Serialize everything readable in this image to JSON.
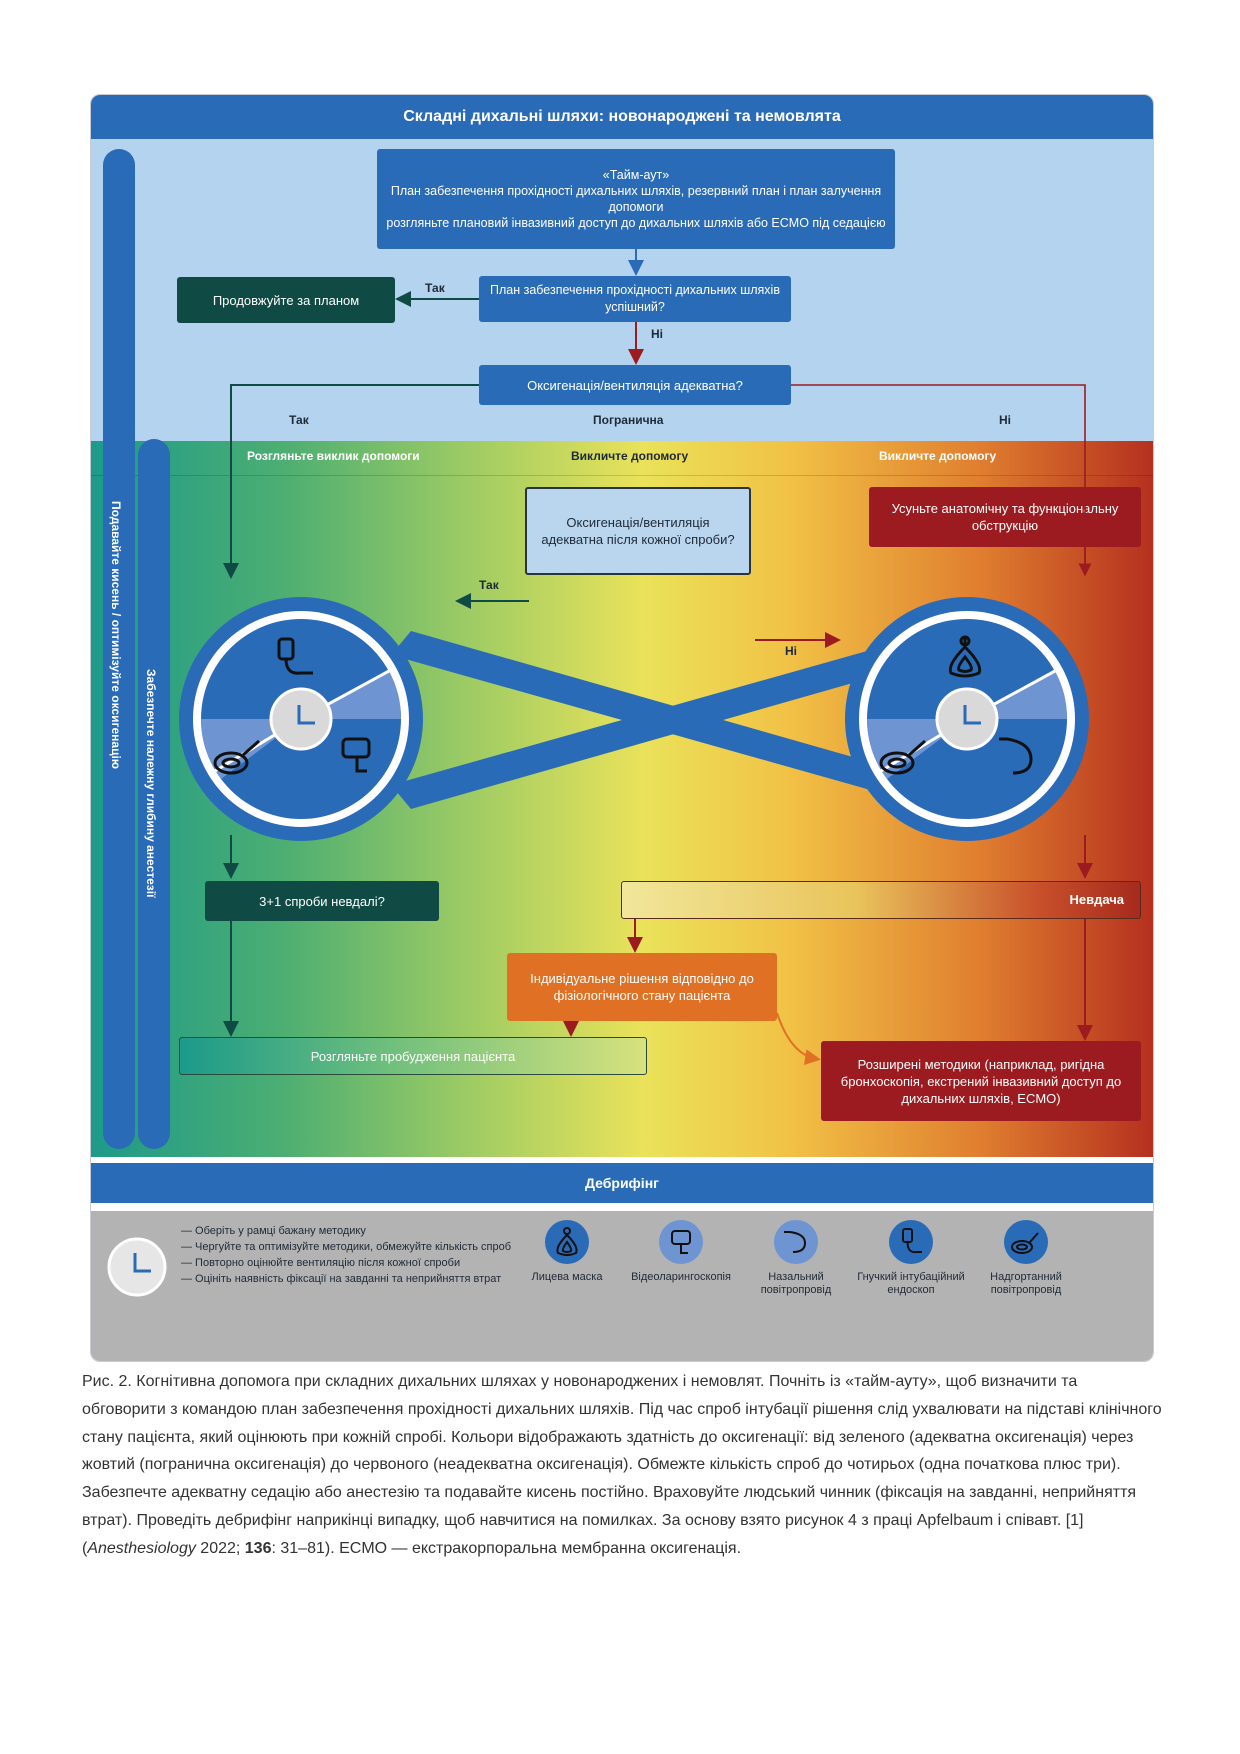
{
  "title": "Складні дихальні шляхи: новонароджені та немовлята",
  "timeout_box": [
    "«Тайм-аут»",
    "План забезпечення прохідності дихальних шляхів, резервний план і план залучення допомоги",
    "розгляньте плановий інвазивний доступ до дихальних шляхів або ECMO під седацією"
  ],
  "plan_success": "План забезпечення прохідності дихальних шляхів успішний?",
  "continue_plan": "Продовжуйте за планом",
  "oxy_adequate": "Оксигенація/вентиляція адекватна?",
  "oxy_after_each": "Оксигенація/вентиляція адекватна після кожної спроби?",
  "remove_obstruction": "Усуньте анатомічну та функціональну обструкцію",
  "attempts_failed": "3+1 спроби невдалі?",
  "failure": "Невдача",
  "individual_decision": "Індивідуальне рішення відповідно до фізіологічного стану пацієнта",
  "wake_patient": "Розгляньте пробудження пацієнта",
  "advanced_methods": "Розширені методики (наприклад, ригідна бронхоскопія, екстрений інвазивний доступ до дихальних шляхів, ECMO)",
  "labels": {
    "yes": "Так",
    "no": "Ні",
    "borderline": "Погранична"
  },
  "zones": {
    "green": "Розгляньте виклик допомоги",
    "yellow": "Викличте допомогу",
    "red": "Викличте допомогу"
  },
  "vertical": {
    "oxygen": "Подавайте кисень / оптимізуйте оксигенацію",
    "anesthesia": "Забезпечте належну глибину анестезії"
  },
  "debriefing": "Дебрифінг",
  "legend_list": [
    "— Оберіть у рамці бажану методику",
    "— Чергуйте та оптимізуйте методики, обмежуйте кількість спроб",
    "— Повторно оцінюйте вентиляцію після кожної спроби",
    "— Оцініть наявність фіксації на завданні та неприйняття втрат"
  ],
  "legend_items": [
    {
      "label": "Лицева маска",
      "icon": "face-mask-icon"
    },
    {
      "label": "Відеоларингоскопія",
      "icon": "videolaryngoscope-icon"
    },
    {
      "label": "Назальний повітропровід",
      "icon": "nasal-airway-icon"
    },
    {
      "label": "Гнучкий інтубаційний ендоскоп",
      "icon": "flexible-endoscope-icon"
    },
    {
      "label": "Надгортанний повітропровід",
      "icon": "supraglottic-airway-icon"
    }
  ],
  "caption": {
    "main": "Рис. 2. Когнітивна допомога при складних дихальних шляхах у новонароджених і немовлят. Почніть із «тайм-ауту», щоб визначити та обговорити з командою план забезпечення прохідності дихальних шляхів. Під час спроб інтубації рішення слід ухвалювати на підставі клінічного стану пацієнта, який оцінюють при кожній спробі. Кольори відображають здатність до оксигенації: від зеленого (адекватна оксигенація) через жовтий (погранична оксигенація) до червоного (неадекватна оксигенація). Обмежте кількість спроб до чотирьох (одна початкова плюс три). Забезпечте адекватну седацію або анестезію та подавайте кисень постійно. Враховуйте людський чинник (фіксація на завданні, неприйняття втрат). Проведіть дебрифінг наприкінці випадку, щоб навчитися на помилках. За основу взято рисунок 4 з праці Apfelbaum і співавт. [1] (",
    "journal": "Anesthesiology",
    "year": " 2022;",
    "volume": "136",
    "pages": ": 31–81). ECMO — екстракорпоральна мембранна оксигенація."
  },
  "colors": {
    "blue": "#2a6bb8",
    "dark_green": "#0f4a44",
    "dark_red": "#9b1b20",
    "orange": "#e07024",
    "light_blue": "#b3d3ef",
    "gray": "#b3b3b3"
  }
}
